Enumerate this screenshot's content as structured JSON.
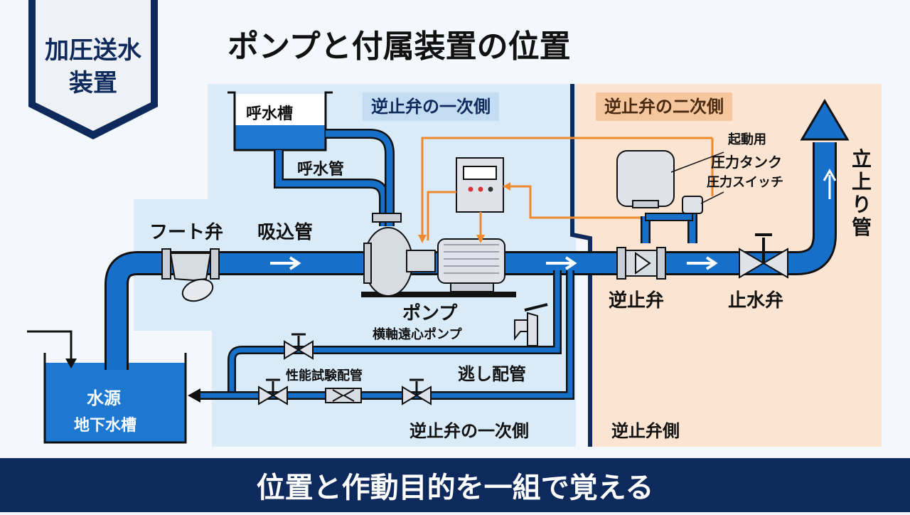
{
  "badge": {
    "line1": "加圧送水",
    "line2": "装置"
  },
  "title": "ポンプと付属装置の位置",
  "zones": {
    "primary_tag": "逆止弁の一次側",
    "secondary_tag": "逆止弁の二次側",
    "primary_bottom": "逆止弁の一次側",
    "secondary_bottom": "逆止弁側"
  },
  "labels": {
    "priming_tank": "呼水槽",
    "priming_pipe": "呼水管",
    "foot_valve": "フート弁",
    "suction_pipe": "吸込管",
    "pump": "ポンプ",
    "pump_type": "横軸遠心ポンプ",
    "relief_pipe": "逃し配管",
    "performance_pipe": "性能試験配管",
    "water_source_1": "水源",
    "water_source_2": "地下水槽",
    "check_valve": "逆止弁",
    "stop_valve": "止水弁",
    "startup_1": "起動用",
    "startup_2": "圧力タンク",
    "startup_3": "圧力スイッチ",
    "riser": "立上り管"
  },
  "footer": "位置と作動目的を一組で覚える",
  "colors": {
    "navy": "#0e2a5c",
    "pipe_blue": "#1670c9",
    "water_blue": "#1d78d2",
    "primary_zone": "#d9ebf8",
    "secondary_zone": "#fbe5d2",
    "orange_line": "#ee8a2c",
    "primary_tag_bg": "#c3dcf2",
    "secondary_tag_bg": "#f6c79e"
  }
}
